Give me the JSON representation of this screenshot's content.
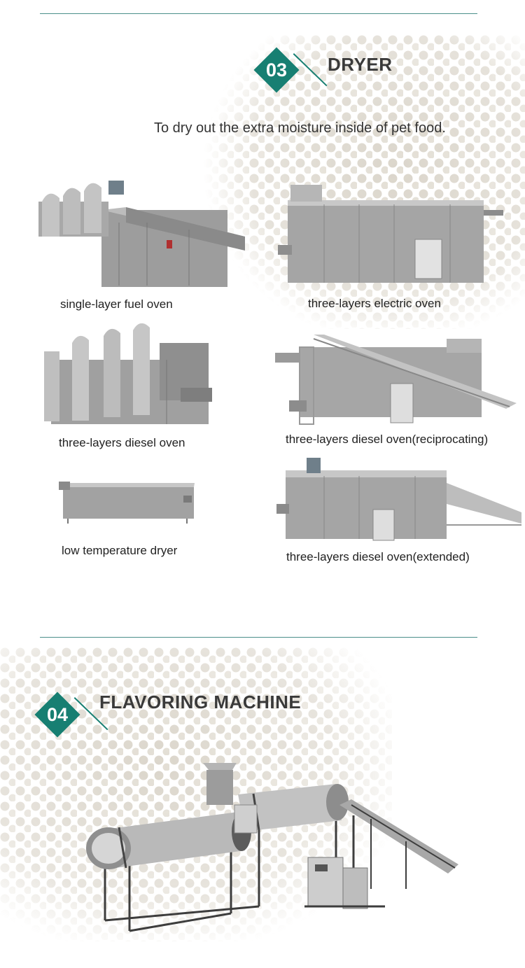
{
  "dryer_section": {
    "number": "03",
    "title": "DRYER",
    "description": "To dry out the extra moisture inside of pet food.",
    "items": [
      {
        "label": "single-layer fuel oven"
      },
      {
        "label": "three-layers electric oven"
      },
      {
        "label": "three-layers diesel oven"
      },
      {
        "label": "three-layers diesel oven(reciprocating)"
      },
      {
        "label": "low temperature dryer"
      },
      {
        "label": "three-layers diesel oven(extended)"
      }
    ]
  },
  "flavoring_section": {
    "number": "04",
    "title": "FLAVORING MACHINE"
  },
  "colors": {
    "accent": "#177f72",
    "rule": "#4a8f8a",
    "pellet": "#c9c2b3",
    "steel": "#9a9a9a"
  }
}
